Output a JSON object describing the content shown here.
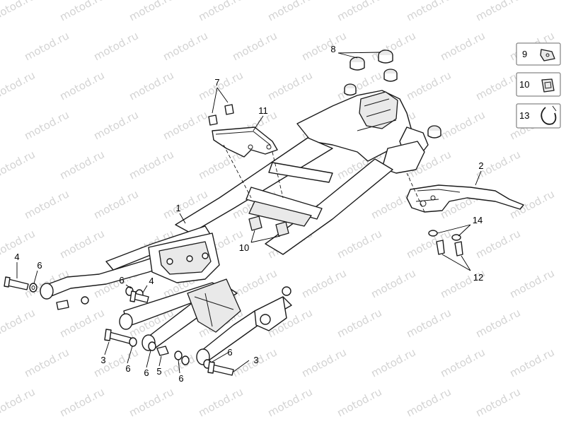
{
  "watermark": "motod.ru",
  "callouts": [
    {
      "id": "c8",
      "text": "8"
    },
    {
      "id": "c7",
      "text": "7"
    },
    {
      "id": "c11",
      "text": "11"
    },
    {
      "id": "c2",
      "text": "2"
    },
    {
      "id": "c1",
      "text": "1"
    },
    {
      "id": "c10",
      "text": "10"
    },
    {
      "id": "c14",
      "text": "14"
    },
    {
      "id": "c12",
      "text": "12"
    },
    {
      "id": "c4a",
      "text": "4"
    },
    {
      "id": "c6a",
      "text": "6"
    },
    {
      "id": "c6b",
      "text": "6"
    },
    {
      "id": "c4b",
      "text": "4"
    },
    {
      "id": "c3a",
      "text": "3"
    },
    {
      "id": "c6c",
      "text": "6"
    },
    {
      "id": "c6d",
      "text": "6"
    },
    {
      "id": "c5",
      "text": "5"
    },
    {
      "id": "c6e",
      "text": "6"
    },
    {
      "id": "c6f",
      "text": "6"
    },
    {
      "id": "c3b",
      "text": "3"
    }
  ],
  "legend": [
    {
      "id": "l9",
      "number": "9",
      "icon": "clip-nut-icon"
    },
    {
      "id": "l10",
      "number": "10",
      "icon": "cage-nut-icon"
    },
    {
      "id": "l13",
      "number": "13",
      "icon": "hose-clamp-icon"
    }
  ]
}
